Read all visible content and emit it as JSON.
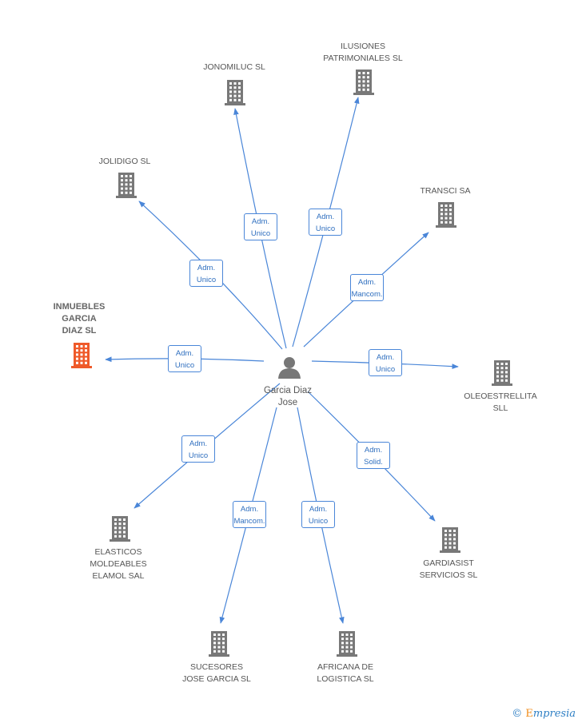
{
  "colors": {
    "edge": "#4a86d8",
    "building": "#787878",
    "building_highlight": "#ef5a2a",
    "person": "#777777"
  },
  "person": {
    "name": "Garcia Diaz\nJose",
    "icon": "person-icon"
  },
  "companies": [
    {
      "id": "jonomiluc",
      "label": "JONOMILUC  SL",
      "role": "Adm.\nUnico"
    },
    {
      "id": "ilusiones",
      "label": "ILUSIONES\nPATRIMONIALES SL",
      "role": "Adm.\nUnico"
    },
    {
      "id": "jolidigo",
      "label": "JOLIDIGO SL",
      "role": "Adm.\nUnico"
    },
    {
      "id": "transci",
      "label": "TRANSCI SA",
      "role": "Adm.\nMancom."
    },
    {
      "id": "inmuebles",
      "label": "INMUEBLES\nGARCIA\nDIAZ SL",
      "role": "Adm.\nUnico",
      "highlight": true
    },
    {
      "id": "oleoestrellita",
      "label": "OLEOESTRELLITA SLL",
      "role": "Adm.\nUnico"
    },
    {
      "id": "elasticos",
      "label": "ELASTICOS\nMOLDEABLES\nELAMOL SAL",
      "role": "Adm.\nUnico"
    },
    {
      "id": "gardiasist",
      "label": "GARDIASIST\nSERVICIOS SL",
      "role": "Adm.\nSolid."
    },
    {
      "id": "sucesores",
      "label": "SUCESORES\nJOSE GARCIA SL",
      "role": "Adm.\nMancom."
    },
    {
      "id": "africana",
      "label": "AFRICANA DE\nLOGISTICA SL",
      "role": "Adm.\nUnico"
    }
  ],
  "brand": {
    "copyright": "©",
    "name": "mpresia",
    "initial": "E"
  }
}
